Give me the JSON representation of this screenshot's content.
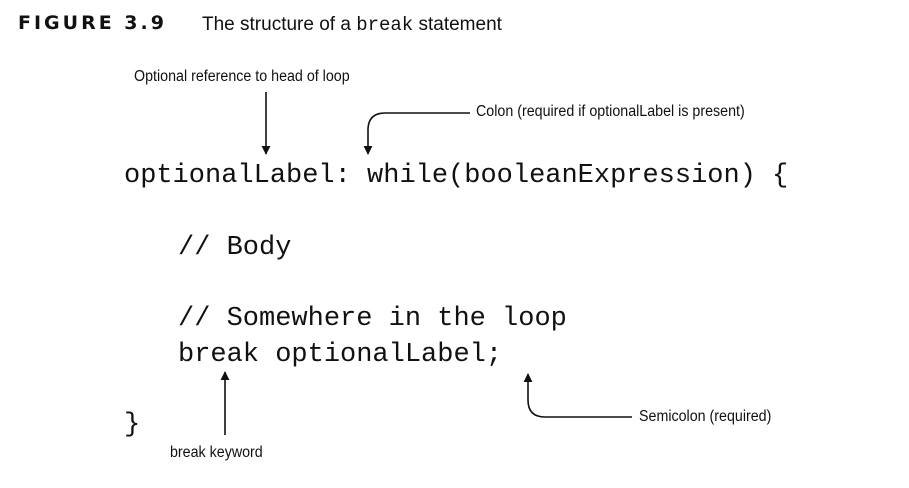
{
  "figure": {
    "label": "FIGURE 3.9",
    "title_prefix": "The structure of a ",
    "title_keyword": "break",
    "title_suffix": " statement"
  },
  "code": {
    "line1": "optionalLabel: while(booleanExpression) {",
    "line2": "// Body",
    "line3": "// Somewhere in the loop",
    "line4": "break optionalLabel;",
    "line5": "}"
  },
  "annotations": {
    "optional_label": "Optional reference to head of loop",
    "colon": "Colon (required if optionalLabel is present)",
    "semicolon": "Semicolon (required)",
    "break_keyword": "break keyword"
  }
}
